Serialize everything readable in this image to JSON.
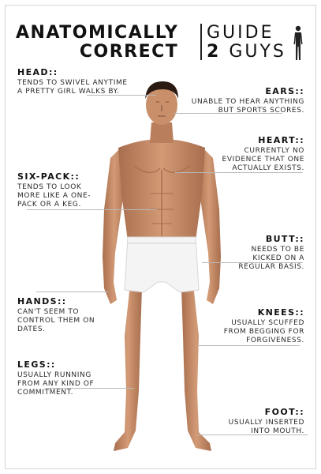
{
  "title": {
    "line1": "ANATOMICALLY",
    "line2": "CORRECT",
    "right1": "GUIDE",
    "right2_num": "2",
    "right2_word": "GUYS"
  },
  "labels": {
    "head": {
      "title": "HEAD::",
      "text": "Tends to swivel anytime a pretty girl walks by."
    },
    "ears": {
      "title": "EARS::",
      "text": "Unable to hear anything but sports scores."
    },
    "heart": {
      "title": "HEART::",
      "text": "Currently no evidence that one actually exists."
    },
    "sixpack": {
      "title": "SIX-PACK::",
      "text": "Tends to look more like a one-pack or a keg."
    },
    "butt": {
      "title": "BUTT::",
      "text": "Needs to be kicked on a regular basis."
    },
    "hands": {
      "title": "HANDS::",
      "text": "Can't seem to control them on dates."
    },
    "knees": {
      "title": "KNEES::",
      "text": "Usually scuffed from begging for forgiveness."
    },
    "legs": {
      "title": "LEGS::",
      "text": "Usually running from any kind of commitment."
    },
    "foot": {
      "title": "FOOT::",
      "text": "Usually inserted into mouth."
    }
  },
  "colors": {
    "skin": "#c98f6b",
    "skin_shadow": "#a86e4e",
    "hair": "#2a1a12",
    "underwear": "#f4f4f4",
    "leader": "#b9b9b9"
  }
}
